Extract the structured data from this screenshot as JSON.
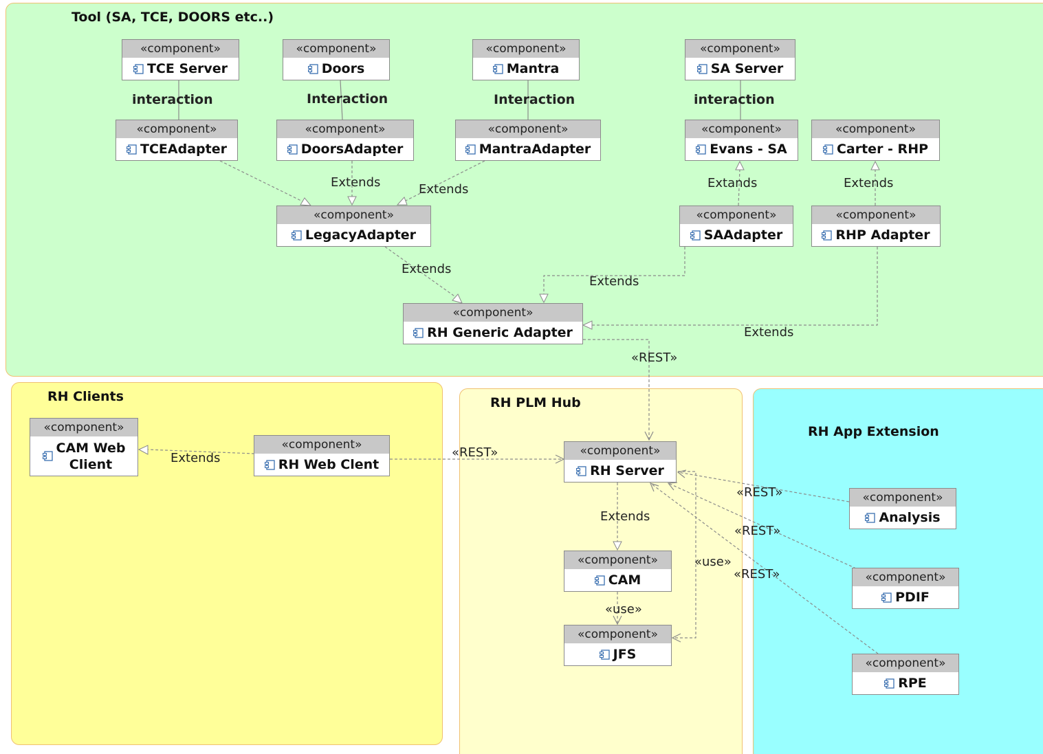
{
  "colors": {
    "tool_package": "#ccffcc",
    "clients_package": "#ffff99",
    "hub_package": "#ffffcc",
    "extension_package": "#99ffff",
    "component_header": "#c8c8c8",
    "component_icon": "#3a6fb0"
  },
  "packages": {
    "tool": "Tool (SA, TCE, DOORS etc..)",
    "clients": "RH Clients",
    "hub": "RH PLM Hub",
    "extension": "RH App Extension"
  },
  "stereotype": "«component»",
  "components": {
    "tce_server": "TCE Server",
    "doors": "Doors",
    "mantra": "Mantra",
    "sa_server": "SA Server",
    "tce_adapter": "TCEAdapter",
    "doors_adapter": "DoorsAdapter",
    "mantra_adapter": "MantraAdapter",
    "evans_sa": "Evans - SA",
    "carter_rhp": "Carter - RHP",
    "legacy_adapter": "LegacyAdapter",
    "sa_adapter": "SAAdapter",
    "rhp_adapter": "RHP Adapter",
    "rh_generic_adapter": "RH Generic Adapter",
    "cam_web_client": "CAM Web\nClient",
    "rh_web_client": "RH Web Clent",
    "rh_server": "RH Server",
    "cam": "CAM",
    "jfs": "JFS",
    "analysis": "Analysis",
    "pdif": "PDIF",
    "rpe": "RPE"
  },
  "edge_labels": {
    "tce_interaction": "interaction",
    "doors_interaction": "Interaction",
    "mantra_interaction": "Interaction",
    "sa_interaction": "interaction",
    "doors_extends": "Extends",
    "mantra_extends": "Extends",
    "evans_extands": "Extands",
    "carter_extends": "Extends",
    "legacy_extends": "Extends",
    "sa_adapter_extends": "Extends",
    "rhp_adapter_extends": "Extends",
    "generic_rest": "«REST»",
    "cam_web_extends": "Extends",
    "web_client_rest": "«REST»",
    "analysis_rest": "«REST»",
    "pdif_rest": "«REST»",
    "rpe_rest": "«REST»",
    "server_extends": "Extends",
    "server_use": "«use»",
    "cam_use": "«use»"
  }
}
